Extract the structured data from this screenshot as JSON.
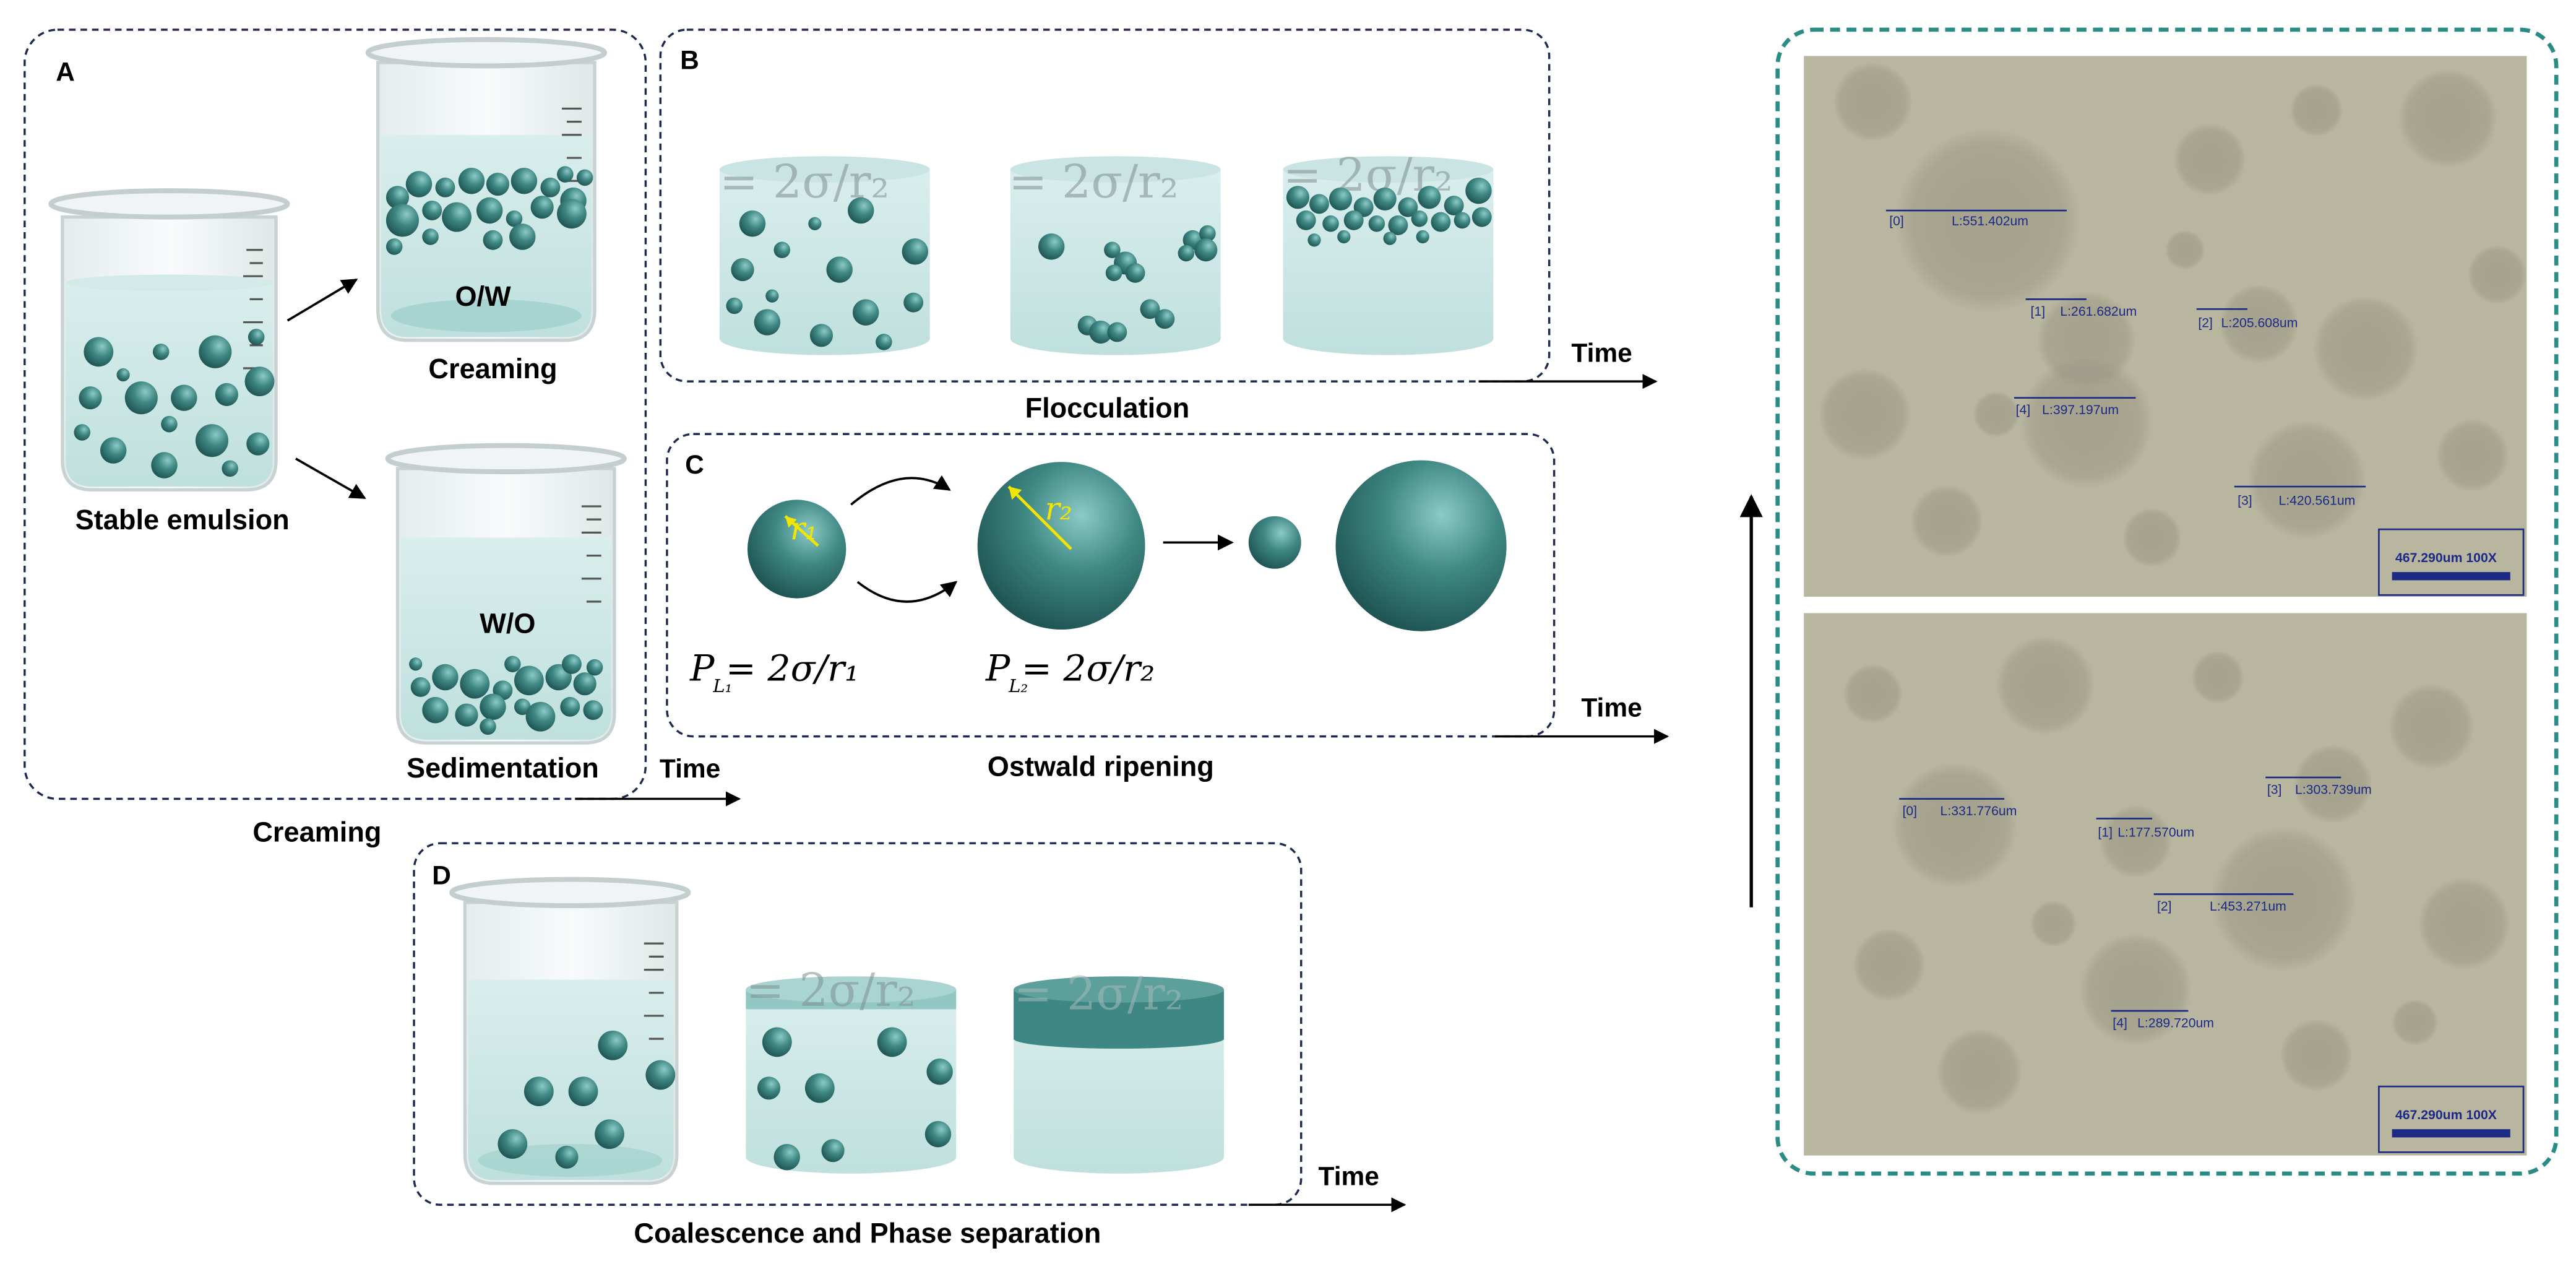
{
  "colors": {
    "droplet_dark": "#1f5d5c",
    "droplet_light": "#6fb2ae",
    "liquid": "#cfe7e6",
    "liquid_mid": "#b7dcd9",
    "panel_border": "#1d2a4d",
    "micro_frame": "#2a8c85",
    "radius_line": "#f2e600",
    "photo_bg": "#b7b39b",
    "measure_text": "#1c2a86"
  },
  "panelA": {
    "letter": "A",
    "stable_label": "Stable emulsion",
    "ow_label": "O/W",
    "creaming_label": "Creaming",
    "wo_label": "W/O",
    "sedimentation_label": "Sedimentation",
    "time_label": "Time",
    "caption": "Creaming"
  },
  "panelB": {
    "letter": "B",
    "ghost_formula": "= 2σ/r₂",
    "time_label": "Time",
    "caption": "Flocculation"
  },
  "panelC": {
    "letter": "C",
    "r1_label": "r₁",
    "r2_label": "r₂",
    "formula1": "P = 2σ/r₁",
    "formula1_sub": "L₁",
    "formula2": "P = 2σ/r₂",
    "formula2_sub": "L₂",
    "time_label": "Time",
    "caption": "Ostwald ripening"
  },
  "panelD": {
    "letter": "D",
    "ghost_formula": "= 2σ/r₂",
    "time_label": "Time",
    "caption": "Coalescence and Phase separation"
  },
  "micrographs": {
    "top": {
      "measurements": [
        {
          "id": "[0]",
          "length": "L:551.402um"
        },
        {
          "id": "[1]",
          "length": "L:261.682um"
        },
        {
          "id": "[2]",
          "length": "L:205.608um"
        },
        {
          "id": "[4]",
          "length": "L:397.197um"
        },
        {
          "id": "[3]",
          "length": "L:420.561um"
        }
      ],
      "scale_text": "467.290um  100X"
    },
    "bottom": {
      "measurements": [
        {
          "id": "[0]",
          "length": "L:331.776um"
        },
        {
          "id": "[3]",
          "length": "L:303.739um"
        },
        {
          "id": "[1]",
          "length": "L:177.570um"
        },
        {
          "id": "[2]",
          "length": "L:453.271um"
        },
        {
          "id": "[4]",
          "length": "L:289.720um"
        }
      ],
      "scale_text": "467.290um  100X"
    }
  }
}
